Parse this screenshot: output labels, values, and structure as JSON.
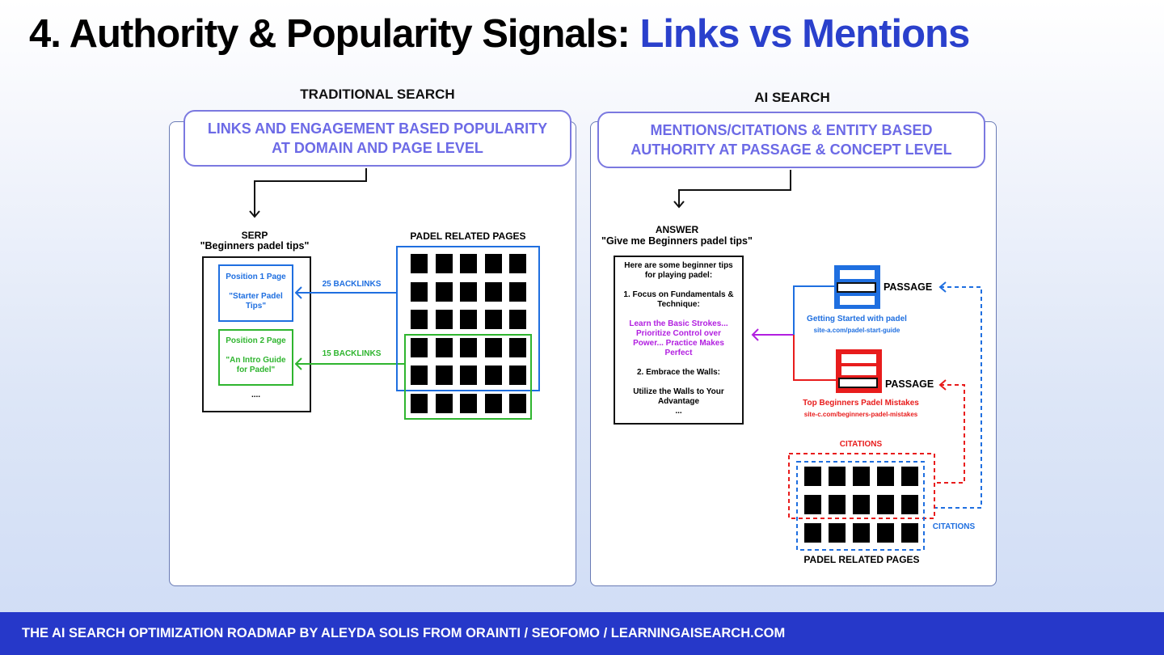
{
  "slide": {
    "title_prefix": "4. Authority & Popularity Signals: ",
    "title_accent": "Links vs Mentions",
    "footer": "THE AI SEARCH OPTIMIZATION ROADMAP BY ALEYDA SOLIS FROM ORAINTI / SEOFOMO / LEARNINGAISEARCH.COM"
  },
  "colors": {
    "accent": "#2a40cc",
    "headbox": "#6c6ae6",
    "blue": "#1f6fe0",
    "green": "#2fb52f",
    "red": "#e81c1c",
    "purple": "#b21fe0",
    "footer_bg": "#2638c9"
  },
  "traditional": {
    "section_label": "TRADITIONAL SEARCH",
    "headbox_line1": "LINKS AND ENGAGEMENT BASED POPULARITY",
    "headbox_line2": "AT DOMAIN AND PAGE LEVEL",
    "serp_title": "SERP",
    "serp_query": "\"Beginners padel tips\"",
    "results": [
      {
        "position": "Position 1 Page",
        "page_title": "\"Starter Padel Tips\"",
        "backlinks": "25 BACKLINKS"
      },
      {
        "position": "Position 2 Page",
        "page_title": "\"An Intro Guide for Padel\"",
        "backlinks": "15 BACKLINKS"
      }
    ],
    "more": "....",
    "pages_label": "PADEL RELATED PAGES",
    "pages_grid": {
      "rows": 6,
      "cols": 5
    }
  },
  "ai": {
    "section_label": "AI SEARCH",
    "headbox_line1": "MENTIONS/CITATIONS & ENTITY BASED",
    "headbox_line2": "AUTHORITY AT PASSAGE & CONCEPT LEVEL",
    "answer_title": "ANSWER",
    "answer_query": "\"Give me Beginners padel tips\"",
    "answer_lines": [
      "Here are some beginner tips",
      "for playing padel:",
      "1. Focus on Fundamentals &",
      "Technique:",
      "Learn the Basic Strokes...",
      "Prioritize Control over",
      "Power... Practice Makes",
      "Perfect",
      "2. Embrace the Walls:",
      "Utilize the Walls to Your",
      "Advantage",
      "..."
    ],
    "passages": [
      {
        "label": "PASSAGE",
        "title": "Getting Started with padel",
        "url": "site-a.com/padel-start-guide"
      },
      {
        "label": "PASSAGE",
        "title": "Top Beginners Padel Mistakes",
        "url": "site-c.com/beginners-padel-mistakes"
      }
    ],
    "citations_red": "CITATIONS",
    "citations_blue": "CITATIONS",
    "pages_label": "PADEL RELATED PAGES",
    "pages_grid": {
      "rows": 3,
      "cols": 5
    }
  }
}
